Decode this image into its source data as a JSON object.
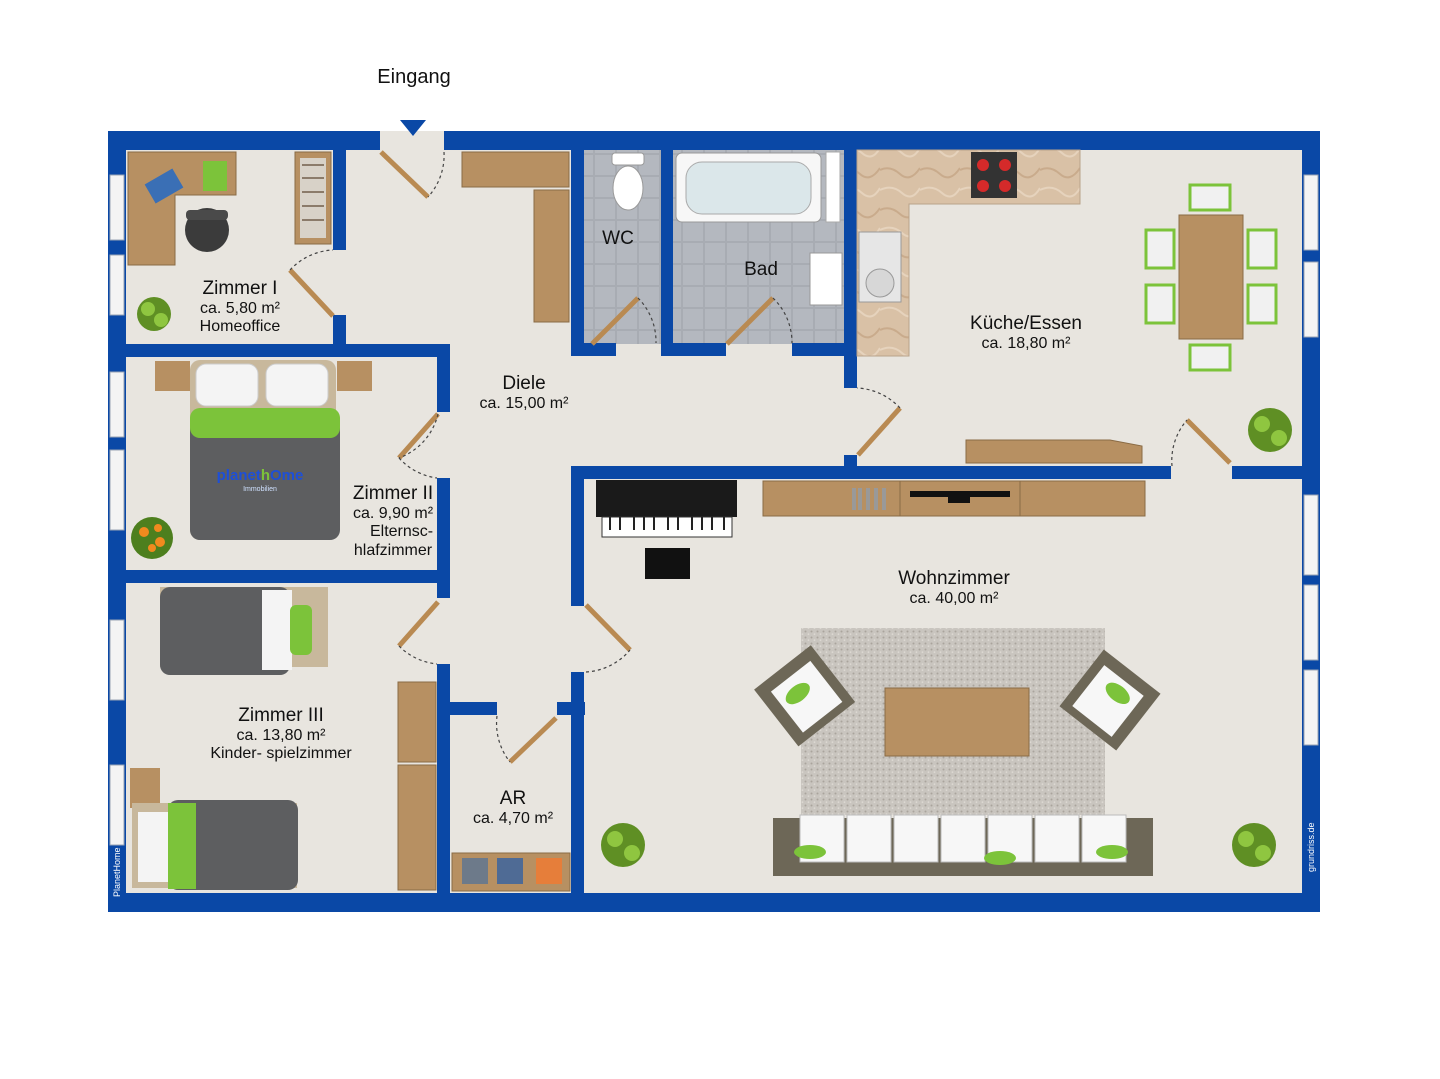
{
  "entrance": {
    "label": "Eingang"
  },
  "rooms": {
    "zimmer1": {
      "name": "Zimmer I",
      "area": "ca. 5,80 m²",
      "desc": "Homeoffice"
    },
    "zimmer2": {
      "name": "Zimmer II",
      "area": "ca. 9,90 m²",
      "desc1": "Elternsc-",
      "desc2": "hlafzimmer"
    },
    "zimmer3": {
      "name": "Zimmer III",
      "area": "ca. 13,80 m²",
      "desc": "Kinder- spielzimmer"
    },
    "diele": {
      "name": "Diele",
      "area": "ca. 15,00 m²"
    },
    "wc": {
      "name": "WC"
    },
    "bad": {
      "name": "Bad"
    },
    "kueche": {
      "name": "Küche/Essen",
      "area": "ca. 18,80 m²"
    },
    "wohnzimmer": {
      "name": "Wohnzimmer",
      "area": "ca. 40,00 m²"
    },
    "ar": {
      "name": "AR",
      "area": "ca. 4,70 m²"
    }
  },
  "watermarks": {
    "left": "PlanetHome",
    "right": "grundriss.de"
  },
  "logo": {
    "part1": "planet",
    "part2": "h",
    "part3": "Ome",
    "sub": "Immobilien"
  },
  "colors": {
    "wall": "#0a48a6",
    "floor": "#e8e5df",
    "tile": "#a7abb2",
    "wood": "#b99263",
    "plant": "#6aa324",
    "bedding_green": "#7cc33a",
    "bedding_grey": "#5d5e60"
  }
}
